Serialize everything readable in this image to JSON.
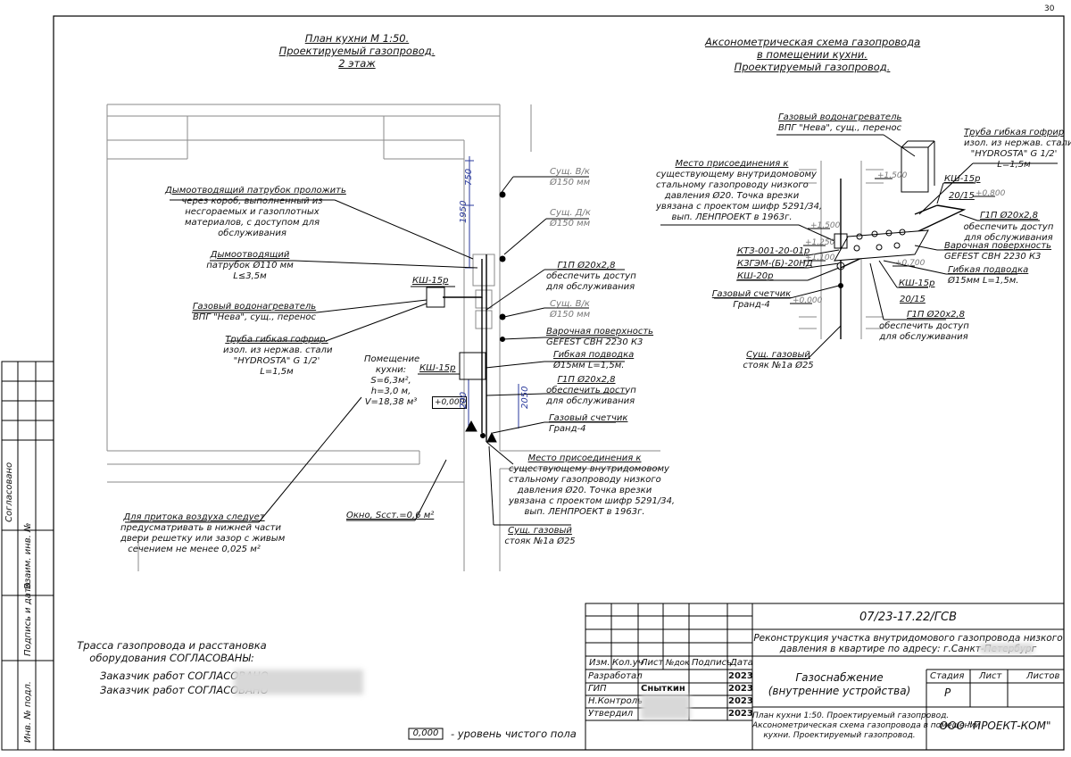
{
  "page_number": "30",
  "plan": {
    "title": [
      "План кухни М 1:50.",
      "Проектируемый газопровод.",
      "2 этаж"
    ],
    "labels": {
      "chimney_route": [
        "Дымоотводящий патрубок проложить",
        "через короб, выполненный из",
        "несгораемых и газоплотных",
        "материалов, с доступом для",
        "обслуживания"
      ],
      "chimney_pipe": [
        "Дымоотводящий",
        "патрубок Ø110 мм",
        "L≤3,5м"
      ],
      "heater": [
        "Газовый водонагреватель",
        "ВПГ \"Нева\", сущ., перенос"
      ],
      "flex_pipe": [
        "Труба гибкая гофрир.",
        "изол. из нержав. стали",
        "\"HYDROSTA\" G 1/2'",
        "L=1,5м"
      ],
      "room": [
        "Помещение",
        "кухни:",
        "S=6,3м²,",
        "h=3,0 м,",
        "V=18,38 м³"
      ],
      "air_inflow": [
        "Для притока воздуха следует",
        "предусматривать в нижней части",
        "двери решетку или зазор с живым",
        "сечением не менее 0,025 м²"
      ],
      "window": "Окно, Sсст.=0,6 м²",
      "ks1": "КШ-15р",
      "ks2": "КШ-15р",
      "level": "+0,000",
      "dim_750": "750",
      "dim_1950": "1950",
      "dim_200": "200",
      "dim_2050": "2050",
      "vk1": [
        "Сущ. В/к",
        "Ø150 мм"
      ],
      "dk": [
        "Сущ. Д/к",
        "Ø150 мм"
      ],
      "vk2": [
        "Сущ. В/к",
        "Ø150 мм"
      ],
      "gp1": [
        "Г1П Ø20х2,8",
        "обеспечить доступ",
        "для обслуживания"
      ],
      "hob": [
        "Варочная поверхность",
        "GEFEST СВН 2230 К3"
      ],
      "flex_hose": [
        "Гибкая подводка",
        "Ø15мм L=1,5м."
      ],
      "gp2": [
        "Г1П Ø20х2,8",
        "обеспечить доступ",
        "для обслуживания"
      ],
      "meter": [
        "Газовый счетчик",
        "Гранд-4"
      ],
      "connection": [
        "Место присоединения к",
        "существующему внутридомовому",
        "стальному газопроводу низкого",
        "давления Ø20. Точка врезки",
        "увязана с проектом шифр 5291/34,",
        "вып. ЛЕНПРОЕКТ в 1963г."
      ],
      "riser": [
        "Сущ. газовый",
        "стояк №1а Ø25"
      ]
    }
  },
  "axo": {
    "title": [
      "Аксонометрическая схема газопровода",
      "в помещении кухни.",
      "Проектируемый газопровод."
    ],
    "labels": {
      "heater": [
        "Газовый водонагреватель",
        "ВПГ \"Нева\", сущ., перенос"
      ],
      "flex_pipe": [
        "Труба гибкая гофрир",
        "изол. из нержав. стали",
        "\"HYDROSTA\" G 1/2'",
        "L=1,5м"
      ],
      "connection": [
        "Место присоединения к",
        "существующему внутридомовому",
        "стальному газопроводу низкого",
        "давления Ø20. Точка врезки",
        "увязана с проектом шифр 5291/34,",
        "вып. ЛЕНПРОЕКТ в 1963г."
      ],
      "ks_top": "КШ-15р",
      "d2015_top": "20/15",
      "gp_top": "Г1П Ø20х2,8",
      "access_top": [
        "обеспечить доступ",
        "для обслуживания"
      ],
      "hob": [
        "Варочная поверхность",
        "GEFEST СВН 2230 К3"
      ],
      "flex_hose": [
        "Гибкая подводка",
        "Ø15мм L=1,5м."
      ],
      "kt3": "КТЗ-001-20-01р",
      "kzgem": "КЗГЭМ-(Б)-20НД",
      "ks20": "КШ-20р",
      "meter": [
        "Газовый счетчик",
        "Гранд-4"
      ],
      "ks_bot": "КШ-15р",
      "d2015_bot": "20/15",
      "gp_bot": "Г1П Ø20х2,8",
      "access_bot": [
        "обеспечить доступ",
        "для обслуживания"
      ],
      "riser": [
        "Сущ. газовый",
        "стояк №1а Ø25"
      ],
      "lvl_1500a": "+1,500",
      "lvl_0800": "+0,800",
      "lvl_1500b": "+1,500",
      "lvl_1250": "+1,250",
      "lvl_1100": "+1,100",
      "lvl_0700": "+0,700",
      "lvl_0000": "+0,000"
    }
  },
  "agreed": {
    "text": [
      "Трасса газопровода и расстановка",
      "оборудования СОГЛАСОВАНЫ:"
    ],
    "customer1": "Заказчик работ СОГЛАСОВАНО",
    "customer2": "Заказчик работ СОГЛАСОВАНО"
  },
  "legend": {
    "box": "0,000",
    "text": "- уровень чистого пола"
  },
  "side_stamp": {
    "agreed": "Согласовано",
    "inv_replace": "Взаим. инв. №",
    "sign_date": "Подпись и дата",
    "inv_orig": "Инв. № подл."
  },
  "title_block": {
    "code": "07/23-17.22/ГСВ",
    "project": [
      "Реконструкция участка внутридомового газопровода низкого",
      "давления в квартире по адресу: г.Санкт-Петербург"
    ],
    "headers": [
      "Изм.",
      "Кол.уч",
      "Лист",
      "№док",
      "Подпись",
      "Дата"
    ],
    "rows": [
      {
        "role": "Разработал",
        "name": "",
        "year": "2023"
      },
      {
        "role": "ГИП",
        "name": "Сныткин",
        "year": "2023"
      },
      {
        "role": "Н.Контроль",
        "name": "",
        "year": "2023"
      },
      {
        "role": "Утвердил",
        "name": "",
        "year": "2023"
      }
    ],
    "section": [
      "Газоснабжение",
      "(внутренние устройства)"
    ],
    "stage_header": [
      "Стадия",
      "Лист",
      "Листов"
    ],
    "stage": "Р",
    "sheet_desc": [
      "План кухни 1:50. Проектируемый газопровод.",
      "Аксонометрическая схема газопровода в помещении",
      "кухни. Проектируемый газопровод."
    ],
    "company": "ООО \"ПРОЕКТ-КОМ\""
  }
}
